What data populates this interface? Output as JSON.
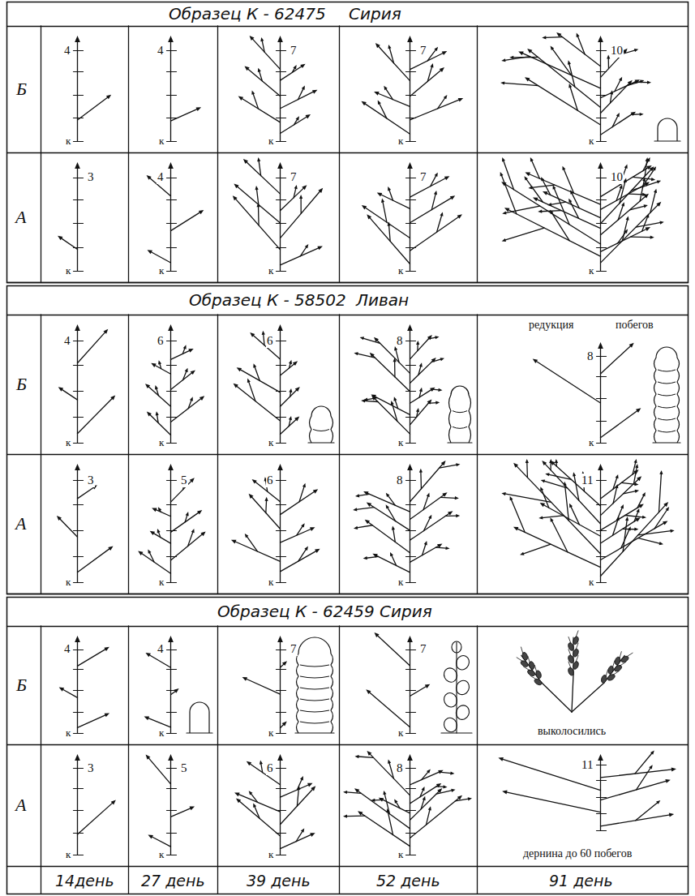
{
  "diagram": {
    "labels": [
      "Образец К - 62475",
      "Сирия",
      "Б",
      "4",
      "к",
      "4",
      "к",
      "7",
      "к",
      "7",
      "к",
      "10",
      "к",
      "А",
      "3",
      "к",
      "4",
      "к",
      "7",
      "к",
      "7",
      "к",
      "10",
      "к",
      "Образец К - 58502",
      "Ливан",
      "Б",
      "4",
      "к",
      "6",
      "к",
      "6",
      "к",
      "8",
      "к",
      "редукция",
      "побегов",
      "8",
      "к",
      "А",
      "3",
      "к",
      "5",
      "к",
      "6",
      "к",
      "8",
      "к",
      "11",
      "к",
      "Образец К - 62459 Сирия",
      "Б",
      "4",
      "к",
      "4",
      "к",
      "7",
      "к",
      "7",
      "к",
      "выколосились",
      "А",
      "3",
      "к",
      "5",
      "к",
      "6",
      "к",
      "8",
      "к",
      "11",
      "дернина до 60 побегов",
      "14день",
      "27 день",
      "39 день",
      "52 день",
      "91 день"
    ]
  }
}
